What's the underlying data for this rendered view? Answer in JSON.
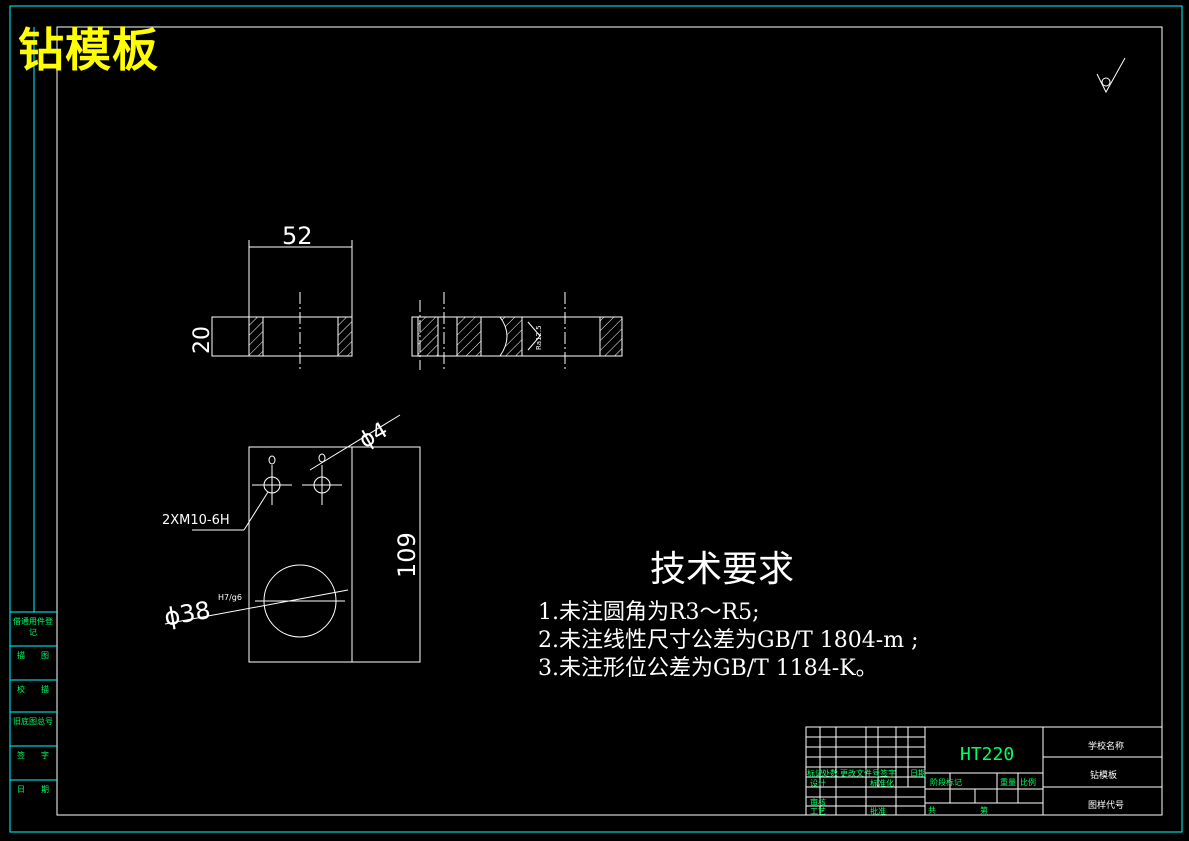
{
  "title": "钻模板",
  "dimensions": {
    "width_52": "52",
    "height_20": "20",
    "hole_phi4": "ϕ4",
    "thread": "2XM10-6H",
    "bore": "ϕ38",
    "fit": "H7/g6",
    "length_109": "109",
    "roughness": "Ra12.5"
  },
  "technical_requirements": {
    "heading": "技术要求",
    "items": [
      "1.未注圆角为R3～R5;",
      "2.未注线性尺寸公差为GB/T 1804-m ;",
      "3.未注形位公差为GB/T 1184-K。"
    ]
  },
  "side_table": [
    "借通用件登记",
    "描　　图",
    "校　　描",
    "旧底图总号",
    "签　　字",
    "日　　期"
  ],
  "title_block": {
    "material": "HT220",
    "school": "学校名称",
    "part_name": "钻模板",
    "drawing_no": "图样代号",
    "design": "设计",
    "review": "审核",
    "process": "工艺",
    "standardize": "标准化",
    "approve": "批准",
    "stage_label": "阶段标记",
    "weight": "重量",
    "scale": "比例",
    "marks_row": [
      "标记",
      "处数",
      "更改文件号",
      "签字",
      "日期"
    ],
    "sheets": "共",
    "sheet": "第"
  },
  "colors": {
    "background": "#000000",
    "frame": "#00ffff",
    "lines": "#ffffff",
    "title": "#ffff00",
    "table_text": "#00ff66"
  }
}
